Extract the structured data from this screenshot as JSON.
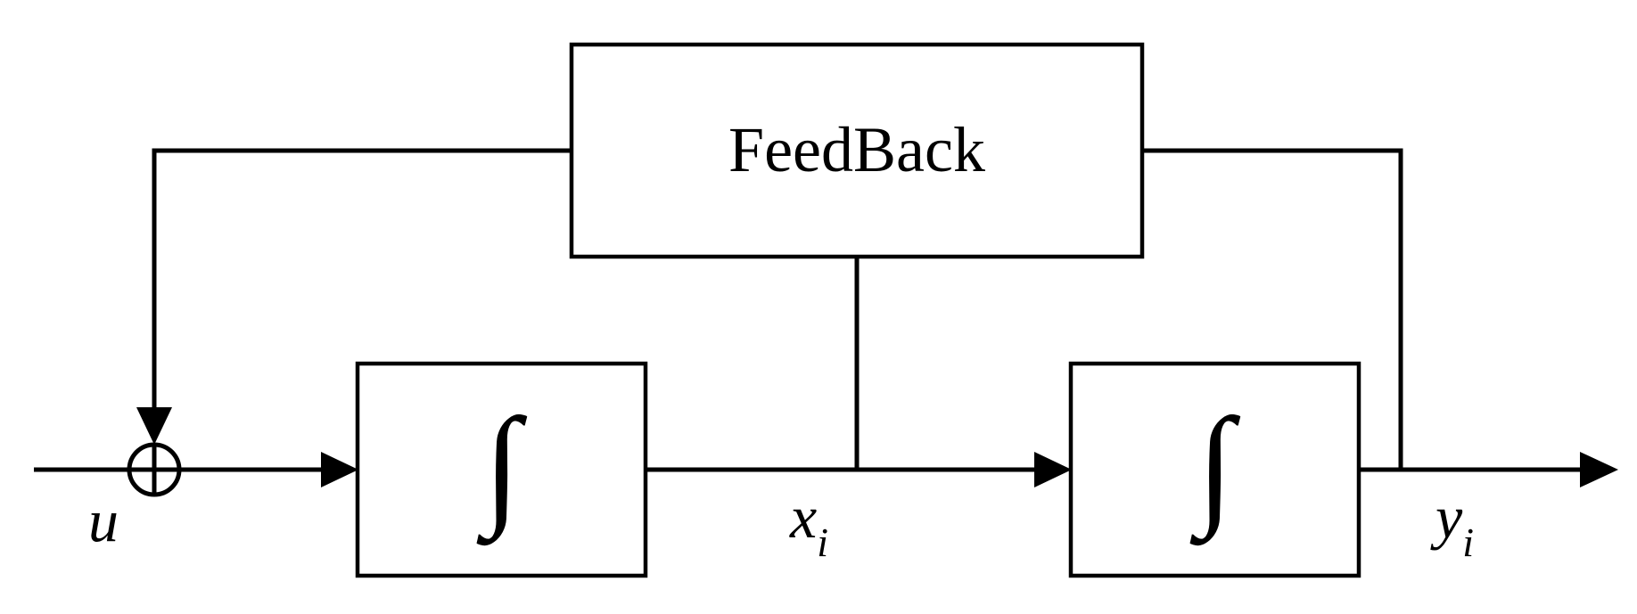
{
  "diagram": {
    "feedback_block": {
      "label": "FeedBack"
    },
    "integrator_1": {
      "symbol": "∫"
    },
    "integrator_2": {
      "symbol": "∫"
    },
    "signals": {
      "input": {
        "name": "u"
      },
      "intermediate": {
        "name": "x",
        "subscript": "i"
      },
      "output": {
        "name": "y",
        "subscript": "i"
      }
    },
    "summing_junction": {
      "symbol": "⊕"
    }
  }
}
